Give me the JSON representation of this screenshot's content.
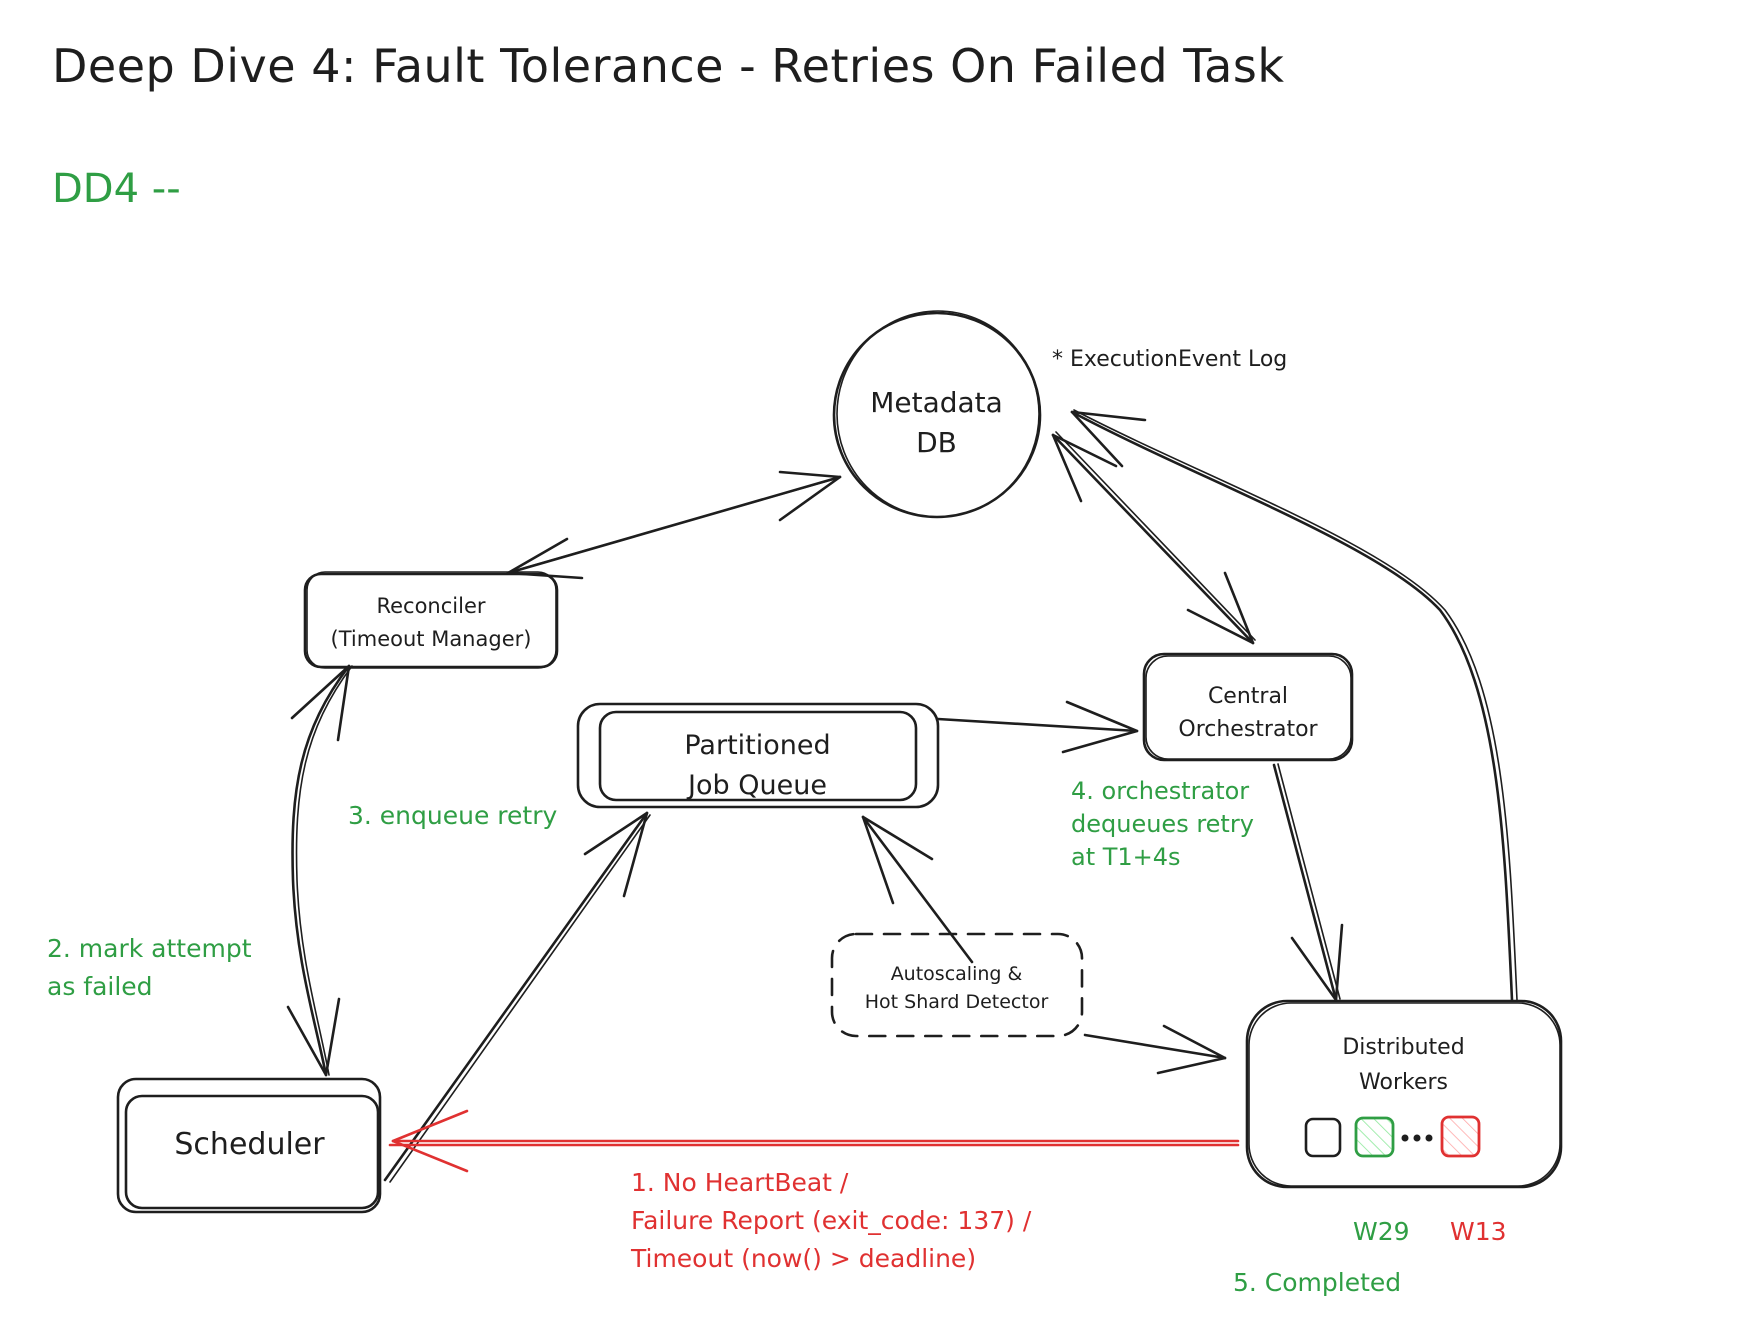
{
  "header": {
    "title": "Deep Dive 4: Fault Tolerance - Retries On Failed Task",
    "subtitle": "DD4 --"
  },
  "colors": {
    "ink": "#1e1e1e",
    "green": "#2f9e44",
    "red": "#e03131",
    "green_fill": "#b2f2bb",
    "red_fill": "#ffc9c9"
  },
  "nodes": {
    "metadata_db": {
      "label": "Metadata\nDB",
      "shape": "circle"
    },
    "execution_log_note": "* ExecutionEvent Log",
    "reconciler": {
      "label": "Reconciler\n(Timeout Manager)",
      "shape": "rounded-rect"
    },
    "job_queue": {
      "label": "Partitioned\nJob Queue",
      "shape": "double-rounded-rect"
    },
    "orchestrator": {
      "label": "Central\nOrchestrator",
      "shape": "rounded-rect"
    },
    "autoscaler": {
      "label": "Autoscaling &\nHot Shard Detector",
      "shape": "dashed-rounded-rect"
    },
    "workers": {
      "label": "Distributed\nWorkers",
      "shape": "rounded-rect",
      "slots": [
        {
          "state": "idle",
          "color": "#1e1e1e"
        },
        {
          "state": "completed",
          "color": "#2f9e44"
        },
        {
          "state": "ellipsis",
          "color": "#1e1e1e"
        },
        {
          "state": "failed",
          "color": "#e03131"
        }
      ],
      "slot_labels": {
        "completed": "W29",
        "failed": "W13"
      }
    },
    "scheduler": {
      "label": "Scheduler",
      "shape": "double-rounded-rect"
    }
  },
  "edges": [
    {
      "from": "reconciler",
      "to": "metadata_db",
      "direction": "both"
    },
    {
      "from": "metadata_db",
      "to": "orchestrator",
      "direction": "both"
    },
    {
      "from": "workers",
      "to": "metadata_db",
      "direction": "forward"
    },
    {
      "from": "reconciler",
      "to": "scheduler",
      "direction": "both"
    },
    {
      "from": "scheduler",
      "to": "job_queue",
      "direction": "forward"
    },
    {
      "from": "job_queue",
      "to": "orchestrator",
      "direction": "forward"
    },
    {
      "from": "autoscaler",
      "to": "job_queue",
      "direction": "forward"
    },
    {
      "from": "orchestrator",
      "to": "workers",
      "direction": "forward"
    },
    {
      "from": "autoscaler",
      "to": "workers",
      "direction": "forward"
    },
    {
      "from": "workers",
      "to": "scheduler",
      "direction": "forward",
      "color": "red"
    }
  ],
  "notes": {
    "step1": "1. No HeartBeat /\nFailure Report (exit_code: 137) /\nTimeout (now() > deadline)",
    "step2": "2. mark attempt\nas failed",
    "step3": "3. enqueue retry",
    "step4": "4. orchestrator\ndequeues retry\nat T1+4s",
    "step5": "5. Completed"
  }
}
